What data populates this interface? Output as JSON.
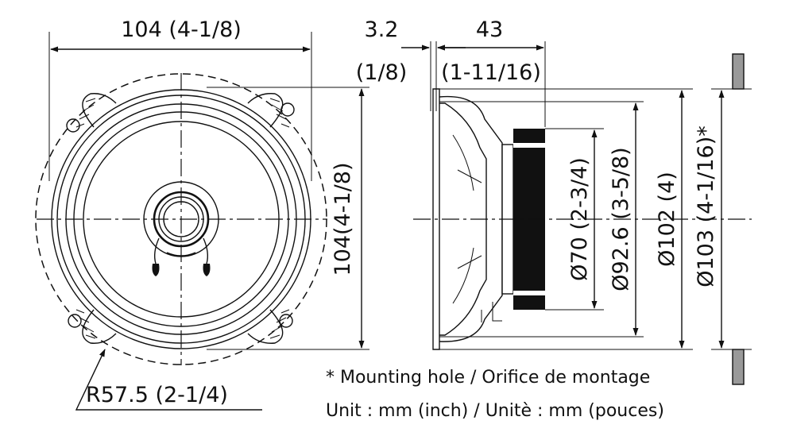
{
  "front_view": {
    "width_label": "104 (4-1/8)",
    "height_label": "104(4-1/8)",
    "radius_label": "R57.5 (2-1/4)"
  },
  "side_view": {
    "flange_label_mm": "3.2",
    "flange_label_in": "(1/8)",
    "depth_label_mm": "43",
    "depth_label_in": "(1-11/16)",
    "d70_label": "Ø70 (2-3/4)",
    "d926_label": "Ø92.6 (3-5/8)",
    "d102_label": "Ø102 (4)",
    "d103_label": "Ø103 (4-1/16)*"
  },
  "notes": {
    "mounting_hole": "* Mounting hole / Orifice de montage",
    "unit": "Unit : mm (inch) / Unitè : mm (pouces)"
  }
}
